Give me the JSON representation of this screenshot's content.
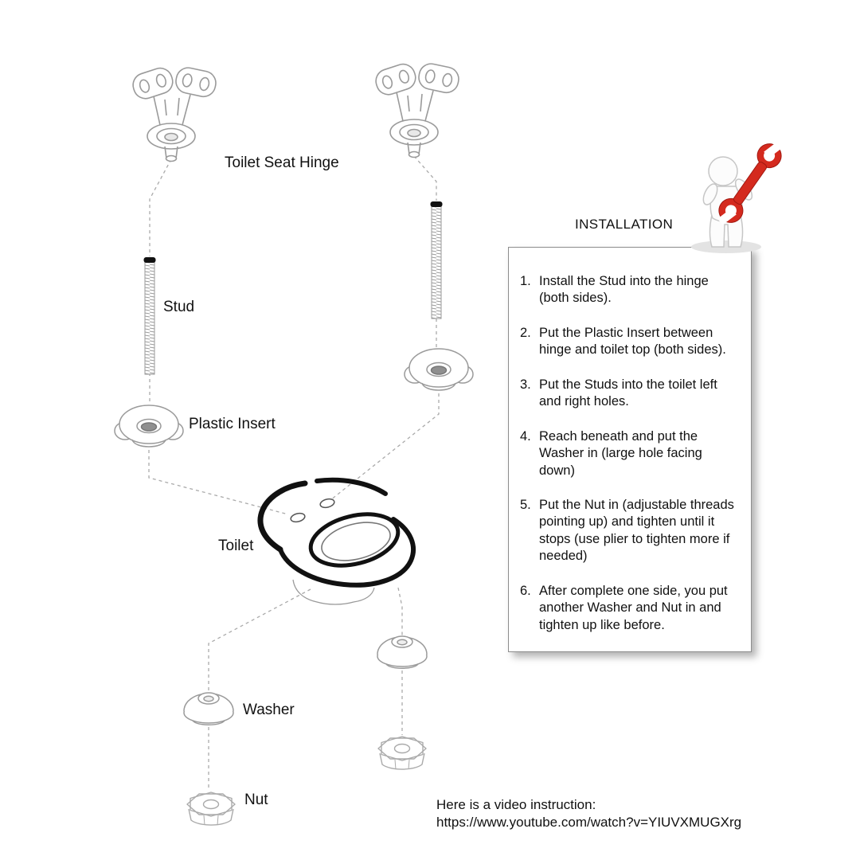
{
  "diagram": {
    "labels": {
      "hinge": "Toilet Seat Hinge",
      "stud": "Stud",
      "plastic_insert": "Plastic Insert",
      "toilet": "Toilet",
      "washer": "Washer",
      "nut": "Nut"
    }
  },
  "installation": {
    "title": "INSTALLATION",
    "steps": [
      {
        "num": "1.",
        "text": "Install the Stud into the hinge (both sides)."
      },
      {
        "num": "2.",
        "text": "Put the Plastic Insert between hinge and toilet top (both sides)."
      },
      {
        "num": "3.",
        "text": "Put the Studs into the toilet left and right holes."
      },
      {
        "num": "4.",
        "text": "Reach beneath and put the Washer in (large hole facing down)"
      },
      {
        "num": "5.",
        "text": "Put the Nut in (adjustable threads pointing up) and tighten until it stops (use plier to tighten more if needed)"
      },
      {
        "num": "6.",
        "text": "After complete one side, you put another Washer and Nut in and tighten up like before."
      }
    ]
  },
  "video": {
    "intro": "Here is a video instruction:",
    "url": "https://www.youtube.com/watch?v=YIUVXMUGXrg"
  },
  "colors": {
    "accent_red": "#d42a1e",
    "line_gray": "#9a9a9a",
    "ink": "#111111"
  }
}
